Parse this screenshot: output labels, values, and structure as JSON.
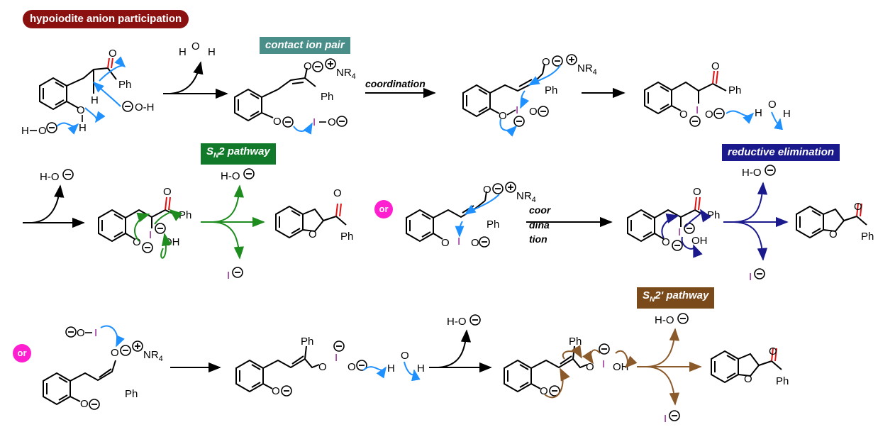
{
  "badges": {
    "hypoiodite": "hypoiodite anion participation",
    "contact_ion_pair": "contact ion pair",
    "sn2_pathway": "SN2 pathway",
    "reductive_elimination": "reductive elimination",
    "sn2prime_pathway": "SN2' pathway"
  },
  "or_marks": [
    "or",
    "or"
  ],
  "arrow_labels": {
    "coordination": "coordination",
    "coor": "coor",
    "dina": "dina",
    "tion": "tion"
  },
  "groups": {
    "ph": "Ph",
    "o": "O",
    "i": "I",
    "h": "H",
    "oh": "OH",
    "nr4": "NR",
    "nr4_sub": "4",
    "h_o": "H",
    "ho_minus": "H-O",
    "o_h": "O-H",
    "i_o": "I-O"
  },
  "colors": {
    "hypoiodite_badge": "#8B1111",
    "contact_ion_pair_badge": "#4A8E8A",
    "sn2_badge": "#117A2A",
    "reductive_elimination_badge": "#1A1A8C",
    "sn2prime_badge": "#7A4A1A",
    "or_mark": "#FF1FD0",
    "curved_arrow_blue": "#1E90FF",
    "curved_arrow_green": "#1E8C1E",
    "curved_arrow_navy": "#1A1A8C",
    "curved_arrow_brown": "#8B5A2B",
    "iodine": "#8B1A8B",
    "carbonyl_o": "#E01010"
  }
}
